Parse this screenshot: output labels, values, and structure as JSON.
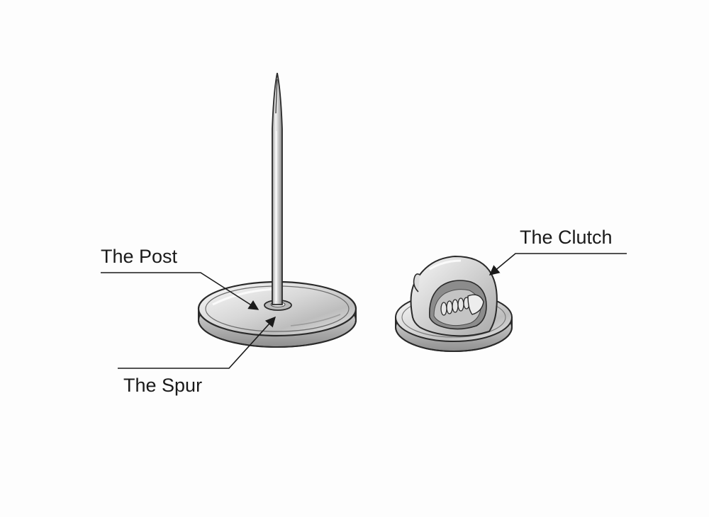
{
  "labels": {
    "post": "The Post",
    "spur": "The Spur",
    "clutch": "The Clutch"
  },
  "colors": {
    "background": "#fdfdfd",
    "outline": "#2a2a2a",
    "metal_light": "#f4f4f4",
    "metal_mid": "#cfcfcf",
    "metal_dark": "#9c9c9c"
  },
  "icons": {
    "pin_back": "pin-back-with-post-icon",
    "clutch": "butterfly-clutch-icon"
  }
}
